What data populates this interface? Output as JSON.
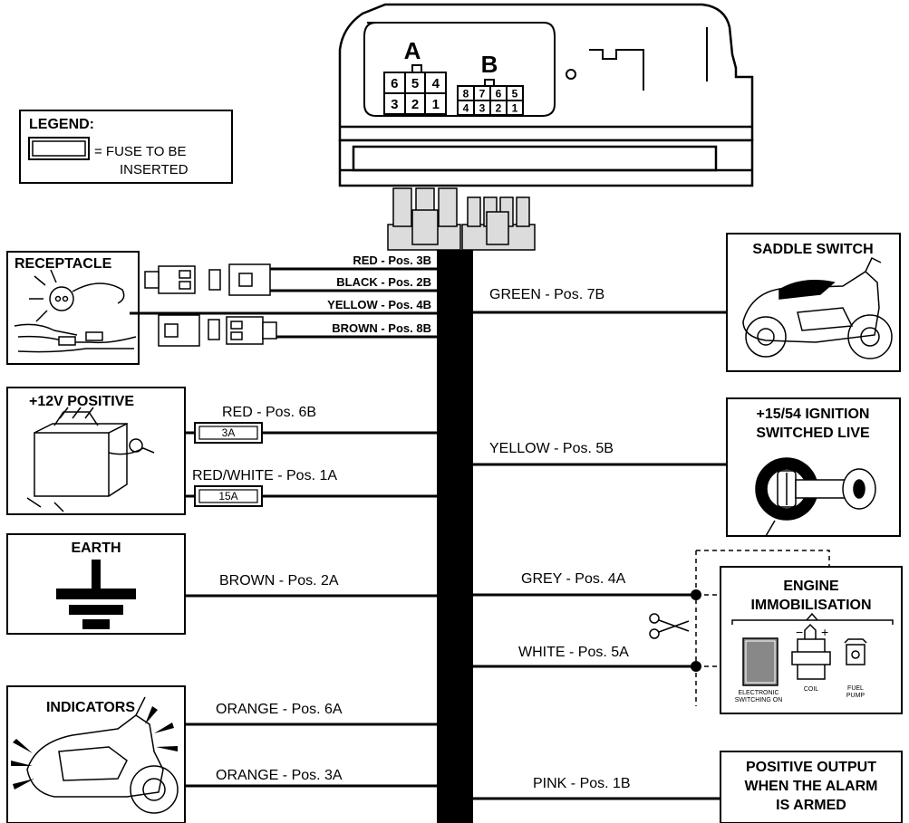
{
  "connector": {
    "label_a": "A",
    "label_b": "B",
    "pins_a": [
      "6",
      "5",
      "4",
      "3",
      "2",
      "1"
    ],
    "pins_b": [
      "8",
      "7",
      "6",
      "5",
      "4",
      "3",
      "2",
      "1"
    ]
  },
  "legend": {
    "title": "LEGEND:",
    "text_line1": "= FUSE TO BE",
    "text_line2": "INSERTED"
  },
  "left_boxes": {
    "receptacle": "RECEPTACLE",
    "positive": "+12V POSITIVE",
    "earth": "EARTH",
    "indicators": "INDICATORS"
  },
  "right_boxes": {
    "saddle": "SADDLE SWITCH",
    "ignition_line1": "+15/54 IGNITION",
    "ignition_line2": "SWITCHED LIVE",
    "immob_line1": "ENGINE",
    "immob_line2": "IMMOBILISATION",
    "immob_part1_line1": "ELECTRONIC",
    "immob_part1_line2": "SWITCHING ON",
    "immob_part2": "COIL",
    "immob_part3_line1": "FUEL",
    "immob_part3_line2": "PUMP",
    "output_line1": "POSITIVE OUTPUT",
    "output_line2": "WHEN THE ALARM",
    "output_line3": "IS ARMED"
  },
  "fuses": {
    "fuse1": "3A",
    "fuse2": "15A"
  },
  "wires": {
    "red_3b": "RED - Pos. 3B",
    "black_2b": "BLACK - Pos. 2B",
    "yellow_4b": "YELLOW - Pos. 4B",
    "brown_8b": "BROWN - Pos. 8B",
    "red_6b": "RED - Pos. 6B",
    "redwhite_1a": "RED/WHITE - Pos. 1A",
    "brown_2a": "BROWN - Pos. 2A",
    "orange_6a": "ORANGE - Pos. 6A",
    "orange_3a": "ORANGE - Pos. 3A",
    "green_7b": "GREEN - Pos. 7B",
    "yellow_5b": "YELLOW - Pos. 5B",
    "grey_4a": "GREY - Pos. 4A",
    "white_5a": "WHITE - Pos. 5A",
    "pink_1b": "PINK - Pos. 1B"
  },
  "colors": {
    "line": "#000000",
    "connector_fill": "#dcdcdc",
    "background": "#ffffff"
  }
}
